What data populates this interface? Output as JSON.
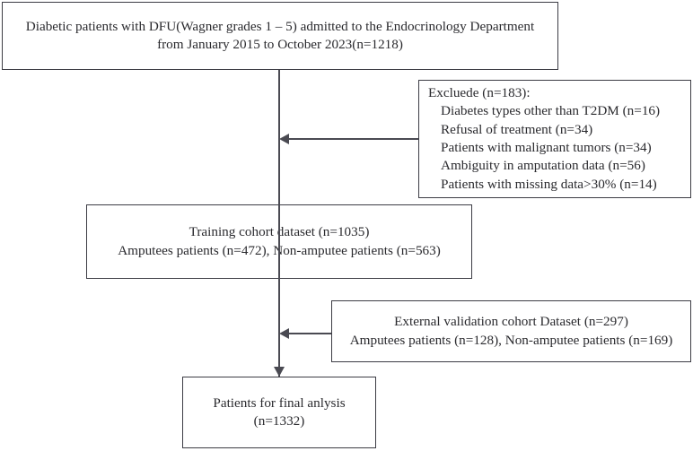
{
  "diagram": {
    "title": "Patient selection flow diagram",
    "line_color": "#4a4a52",
    "border_color": "#3c3c44",
    "text_color": "#2a2a2e",
    "background": "#ffffff"
  },
  "nodes": {
    "source": {
      "lines": [
        "Diabetic patients with DFU(Wagner grades 1 – 5) admitted to the Endocrinology Department",
        "from January 2015 to October  2023(n=1218)"
      ]
    },
    "excluded": {
      "heading": "Excluede (n=183):",
      "items": [
        "Diabetes types other than T2DM (n=16)",
        "Refusal of treatment (n=34)",
        "Patients with malignant tumors (n=34)",
        "Ambiguity in amputation data (n=56)",
        "Patients with missing data>30% (n=14)"
      ]
    },
    "training": {
      "lines": [
        "Training cohort dataset (n=1035)",
        "Amputees patients (n=472), Non-amputee patients (n=563)"
      ]
    },
    "external": {
      "lines": [
        "External validation cohort Dataset (n=297)",
        "Amputees patients (n=128), Non-amputee patients (n=169)"
      ]
    },
    "final": {
      "lines": [
        "Patients for final anlysis",
        "(n=1332)"
      ]
    }
  }
}
